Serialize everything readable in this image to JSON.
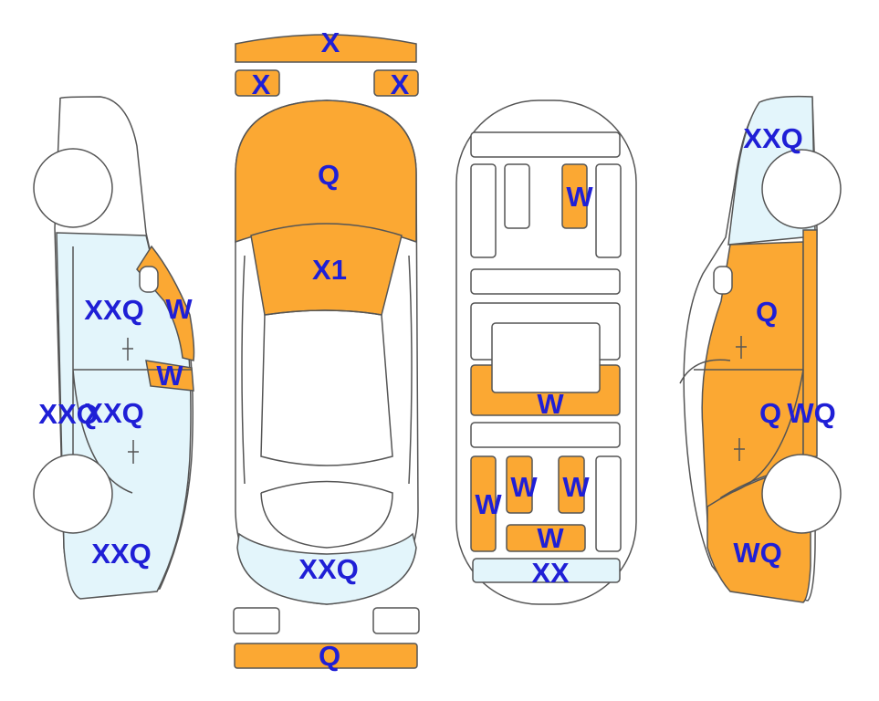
{
  "colors": {
    "orange": "#fba833",
    "light_blue": "#e3f5fb",
    "white": "#ffffff",
    "outline": "#555555",
    "label": "#1f1fd6"
  },
  "labels": {
    "front_bumper": "X",
    "headlight_left": "X",
    "headlight_right": "X",
    "hood": "Q",
    "windshield": "X1",
    "rear_window": "XXQ",
    "rear_bumper": "Q",
    "left_front_fender": "XXQ",
    "left_outer_edge": "XXQ",
    "left_front_door": "XXQ",
    "left_a_pillar": "W",
    "left_mirror": "W",
    "left_rear_door": "XXQ",
    "underbody_tunnel": "W",
    "underbody_crossmember": "W",
    "underbody_rail_left": "W",
    "underbody_floor_left": "W",
    "underbody_floor_right": "W",
    "underbody_rear_cross": "W",
    "underbody_rear_panel": "XX",
    "right_rear_fender": "XXQ",
    "right_door": "Q",
    "right_rocker_a": "Q",
    "right_rocker_b": "WQ",
    "right_front_fender": "WQ"
  }
}
